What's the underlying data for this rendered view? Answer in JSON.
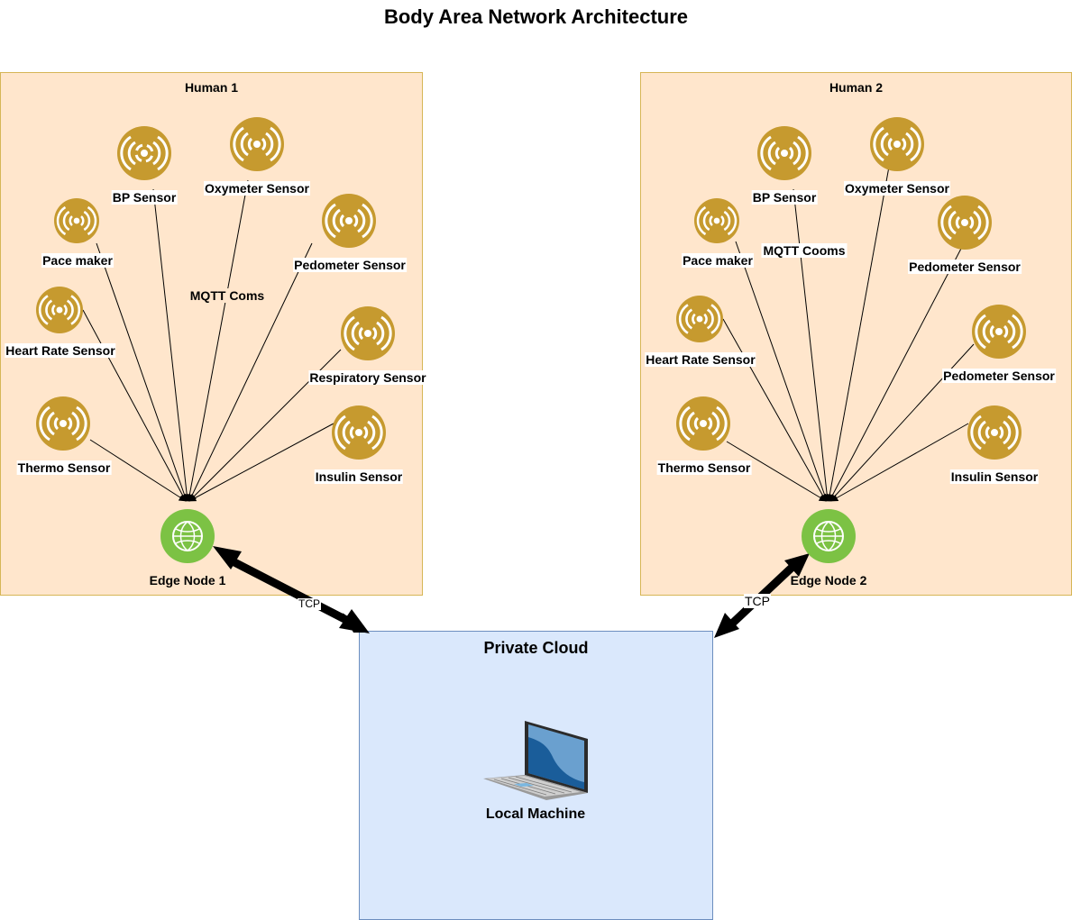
{
  "diagram": {
    "title": "Body Area Network Architecture",
    "colors": {
      "human_fill": "#ffe6cc",
      "human_border": "#d6b656",
      "sensor": "#c69a2f",
      "edge_node": "#7cc244",
      "cloud_fill": "#dae8fc",
      "cloud_border": "#6c8ebf"
    },
    "human1": {
      "title": "Human 1",
      "sensors": {
        "bp": "BP Sensor",
        "oxymeter": "Oxymeter Sensor",
        "pacemaker": "Pace maker",
        "pedometer": "Pedometer Sensor",
        "heartrate": "Heart Rate Sensor",
        "respiratory": "Respiratory Sensor",
        "thermo": "Thermo Sensor",
        "insulin": "Insulin Sensor"
      },
      "link_label": "MQTT Coms",
      "edge_node": "Edge Node 1"
    },
    "human2": {
      "title": "Human 2",
      "sensors": {
        "bp": "BP Sensor",
        "oxymeter": "Oxymeter Sensor",
        "pacemaker": "Pace maker",
        "pedometer_top": "Pedometer Sensor",
        "heartrate": "Heart Rate Sensor",
        "pedometer_bottom": "Pedometer Sensor",
        "thermo": "Thermo Sensor",
        "insulin": "Insulin Sensor"
      },
      "link_label": "MQTT Cooms",
      "edge_node": "Edge Node 2"
    },
    "connections": {
      "tcp_left": "TCP",
      "tcp_right": "TCP"
    },
    "cloud": {
      "title": "Private Cloud",
      "machine": "Local Machine",
      "machine_icon": "laptop-icon"
    }
  }
}
